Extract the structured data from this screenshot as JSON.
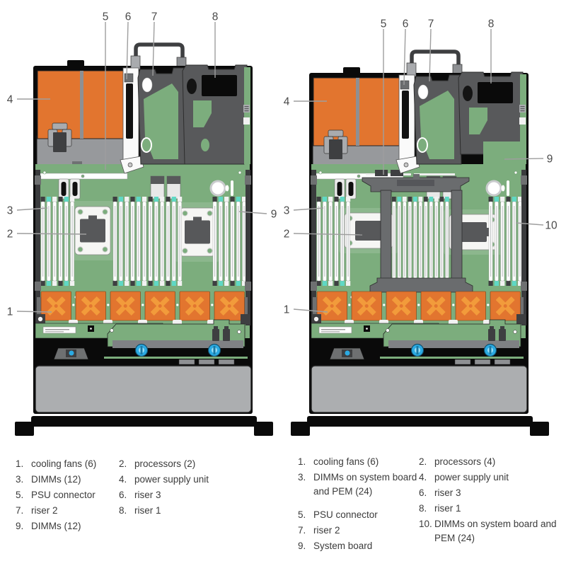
{
  "figures": [
    {
      "id": "left",
      "callouts": [
        "1",
        "2",
        "3",
        "4",
        "5",
        "6",
        "7",
        "8",
        "9"
      ],
      "legend": {
        "col1": [
          {
            "num": "1.",
            "text": "cooling fans (6)"
          },
          {
            "num": "3.",
            "text": "DIMMs (12)"
          },
          {
            "num": "5.",
            "text": "PSU connector"
          },
          {
            "num": "7.",
            "text": "riser 2"
          },
          {
            "num": "9.",
            "text": "DIMMs (12)"
          }
        ],
        "col2": [
          {
            "num": "2.",
            "text": "processors (2)"
          },
          {
            "num": "4.",
            "text": "power supply unit"
          },
          {
            "num": "6.",
            "text": "riser 3"
          },
          {
            "num": "8.",
            "text": "riser 1"
          }
        ]
      }
    },
    {
      "id": "right",
      "callouts": [
        "1",
        "2",
        "3",
        "4",
        "5",
        "6",
        "7",
        "8",
        "9",
        "10"
      ],
      "legend": {
        "col1": [
          {
            "num": "1.",
            "text": "cooling fans (6)"
          },
          {
            "num": "3.",
            "text": "DIMMs on system board and PEM (24)"
          },
          {
            "num": "5.",
            "text": "PSU connector"
          },
          {
            "num": "7.",
            "text": "riser 2"
          },
          {
            "num": "9.",
            "text": "System board"
          }
        ],
        "col2": [
          {
            "num": "2.",
            "text": "processors (4)"
          },
          {
            "num": "4.",
            "text": "power supply unit"
          },
          {
            "num": "6.",
            "text": "riser 3"
          },
          {
            "num": "8.",
            "text": "riser 1"
          },
          {
            "num": "10.",
            "text": "DIMMs on system board and PEM (24)"
          }
        ]
      }
    }
  ],
  "colors": {
    "orange": "#E2752F",
    "orange_blade": "#F29B3B",
    "board_green": "#7CAD7D",
    "green_light": "#8CB78D",
    "teal_latch": "#5FD8C4",
    "dark_gray": "#58595B",
    "mid_gray": "#A9ABAE",
    "tray_gray": "#97999C",
    "pem_gray": "#6A6C6E",
    "thumbscrew_blue": "#2BAAE2",
    "chassis_black": "#0a0a0a",
    "leader_line": "#9E9E9E",
    "callout_text": "#4A4A4A",
    "legend_text": "#3B3B3B"
  }
}
